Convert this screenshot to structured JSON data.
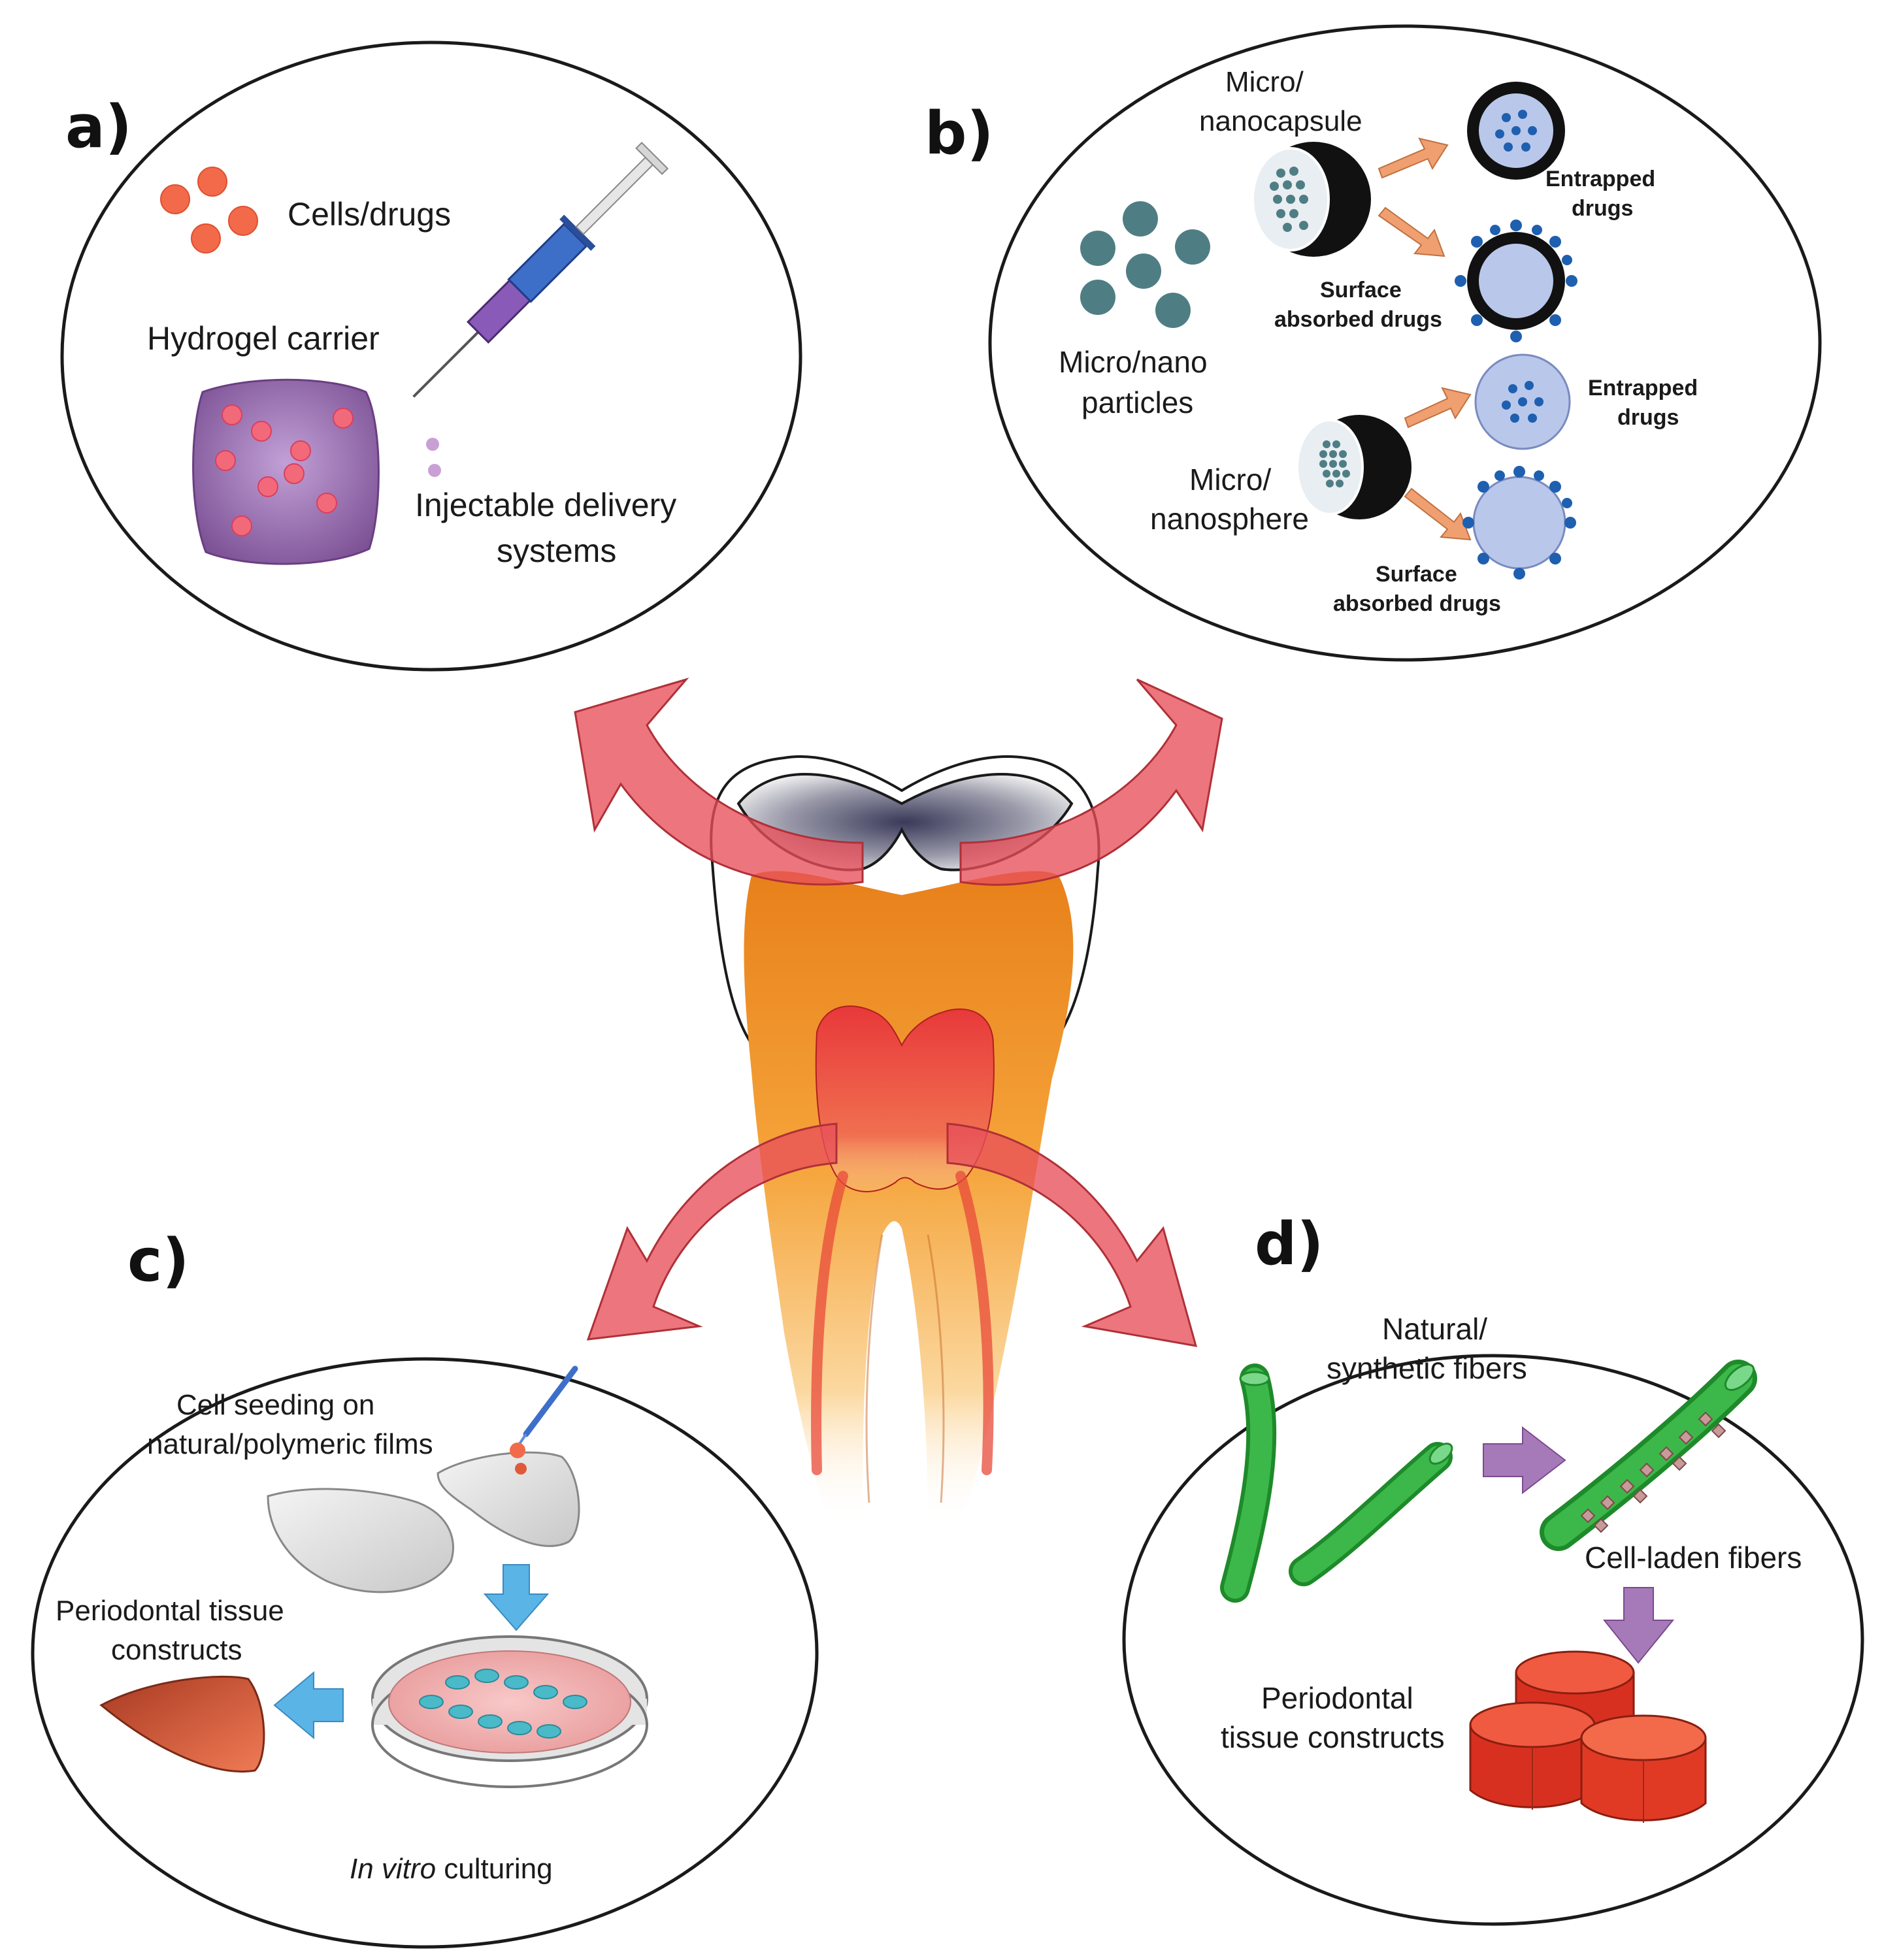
{
  "panel_a": {
    "letter": "a)",
    "cells_drugs": "Cells/drugs",
    "hydrogel_carrier": "Hydrogel carrier",
    "injectable_line1": "Injectable delivery",
    "injectable_line2": "systems"
  },
  "panel_b": {
    "letter": "b)",
    "nanocapsule_line1": "Micro/",
    "nanocapsule_line2": "nanocapsule",
    "entrapped1_line1": "Entrapped",
    "entrapped1_line2": "drugs",
    "surface1_line1": "Surface",
    "surface1_line2": "absorbed drugs",
    "particles_line1": "Micro/nano",
    "particles_line2": "particles",
    "entrapped2_line1": "Entrapped",
    "entrapped2_line2": "drugs",
    "nanosphere_line1": "Micro/",
    "nanosphere_line2": "nanosphere",
    "surface2_line1": "Surface",
    "surface2_line2": "absorbed drugs"
  },
  "panel_c": {
    "letter": "c)",
    "seeding_line1": "Cell seeding on",
    "seeding_line2": "natural/polymeric films",
    "constructs_line1": "Periodontal tissue",
    "constructs_line2": "constructs",
    "culturing_italic": "In vitro",
    "culturing_rest": " culturing"
  },
  "panel_d": {
    "letter": "d)",
    "fibers_line1": "Natural/",
    "fibers_line2": "synthetic fibers",
    "cell_laden": "Cell-laden fibers",
    "constructs_line1": "Periodontal",
    "constructs_line2": "tissue constructs"
  },
  "colors": {
    "drug_orange": "#f26a4a",
    "hydrogel_purple": "#9b6fb0",
    "particle_teal": "#4e7e84",
    "capsule_blue": "#b9c7ea",
    "dot_blue": "#1e5fb0",
    "arrow_red": "#e8505a",
    "arrow_orange": "#f0a070",
    "arrow_blue": "#5ab4e6",
    "arrow_purple": "#a67ab8",
    "fiber_green": "#2fa53a",
    "tissue_red": "#e03a25",
    "pulp_red": "#e8383a",
    "dentin_orange": "#f0a030"
  }
}
